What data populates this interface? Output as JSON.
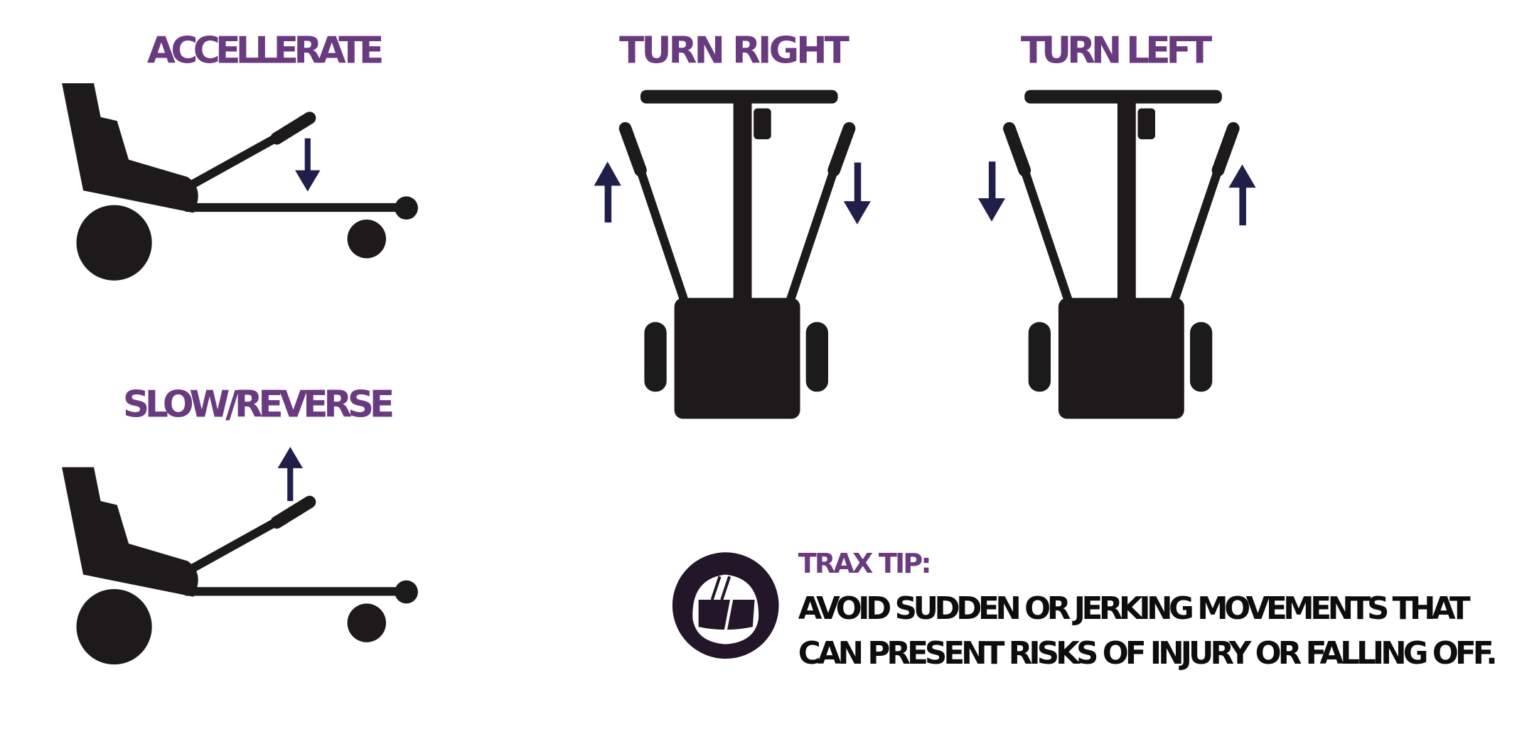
{
  "sections": {
    "accelerate": {
      "title": "ACCELLERATE"
    },
    "slow_reverse": {
      "title": "SLOW/REVERSE"
    },
    "turn_right": {
      "title": "TURN RIGHT"
    },
    "turn_left": {
      "title": "TURN LEFT"
    }
  },
  "tip": {
    "heading": "TRAX TIP:",
    "line1": "AVOID SUDDEN OR JERKING MOVEMENTS THAT",
    "line2": "CAN PRESENT RISKS OF INJURY OR FALLING OFF.",
    "icon": "helmet-icon"
  },
  "colors": {
    "title": "#6a3a80",
    "arrow": "#1f1f4a",
    "figure": "#1c1a1a",
    "icon_bg": "#221628"
  }
}
